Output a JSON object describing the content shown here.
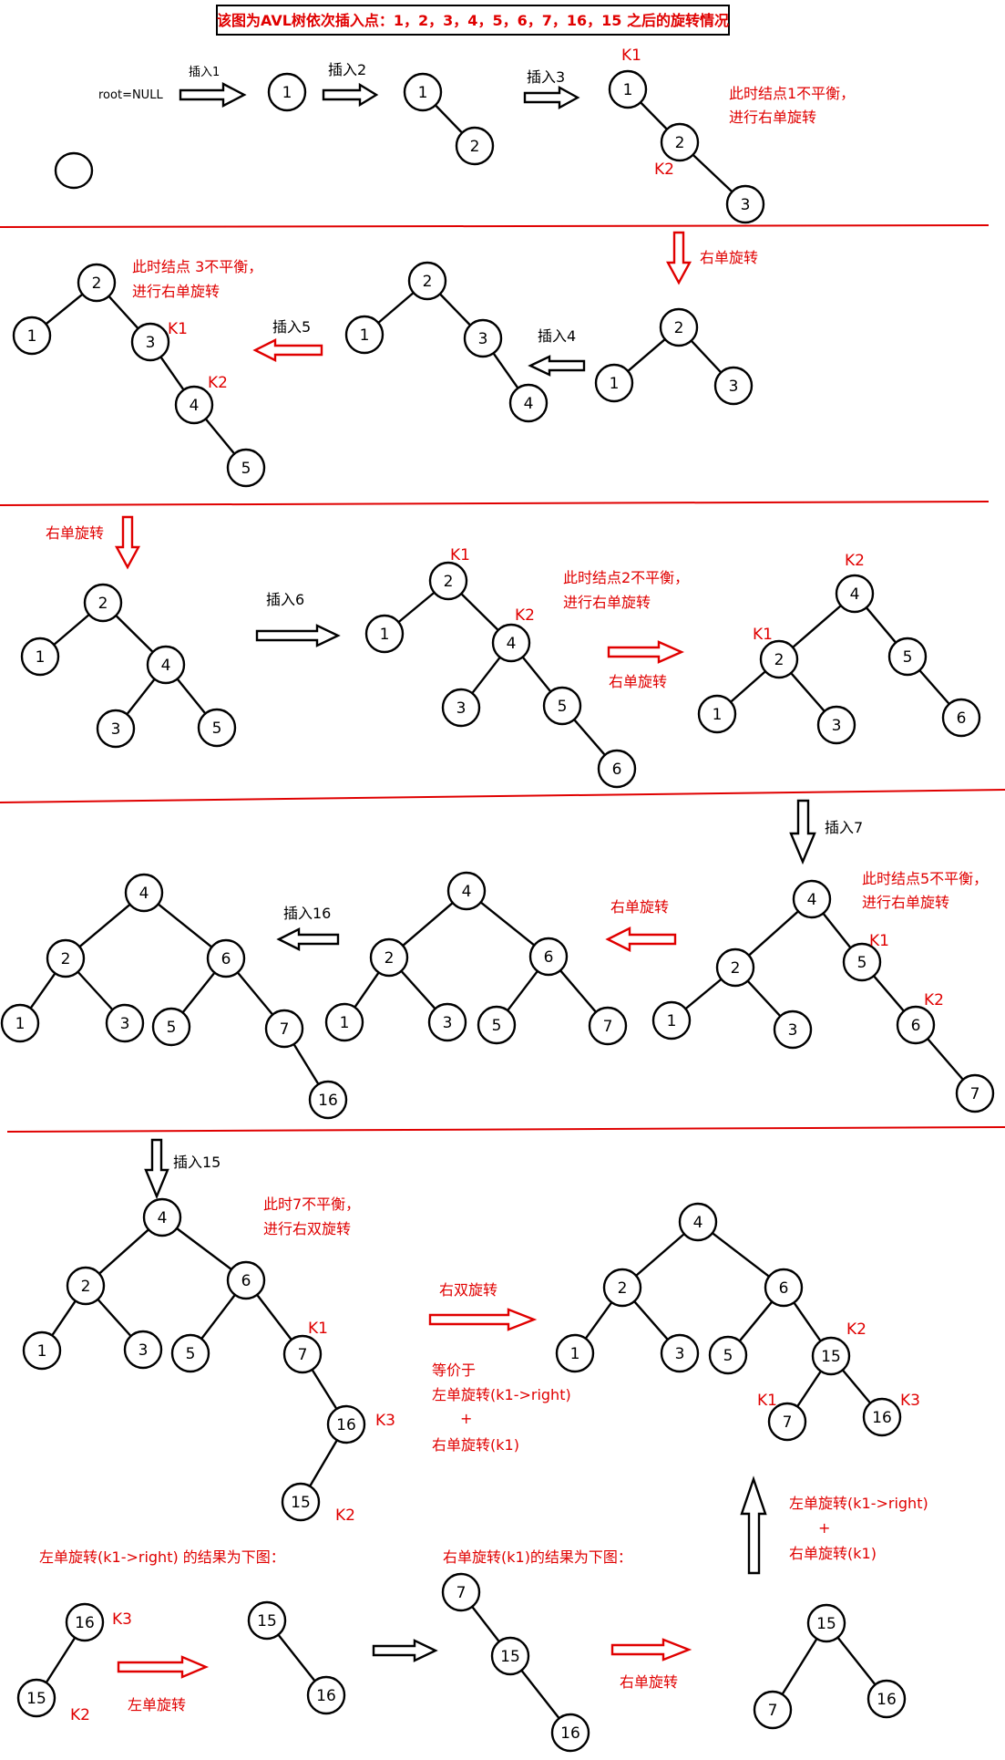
{
  "title": "该图为AVL树依次插入点：1，2，3，4，5，6，7，16，15 之后的旋转情况",
  "colors": {
    "accent": "#e00000",
    "ink": "#000000",
    "background": "#ffffff"
  },
  "labels": {
    "root_null": "root=NULL",
    "insert_1": "插入1",
    "insert_2": "插入2",
    "insert_3": "插入3",
    "insert_4": "插入4",
    "insert_5": "插入5",
    "insert_6": "插入6",
    "insert_7": "插入7",
    "insert_16": "插入16",
    "insert_15": "插入15",
    "k1": "K1",
    "k2": "K2",
    "k3": "K3",
    "right_single": "右单旋转",
    "left_single": "左单旋转",
    "right_double": "右双旋转",
    "note_1a": "此时结点1不平衡，",
    "note_1b": "进行右单旋转",
    "note_3a": "此时结点 3不平衡，",
    "note_3b": "进行右单旋转",
    "note_2a": "此时结点2不平衡，",
    "note_2b": "进行右单旋转",
    "note_5a": "此时结点5不平衡，",
    "note_5b": "进行右单旋转",
    "note_7a": "此时7不平衡，",
    "note_7b": "进行右双旋转",
    "equiv": "等价于",
    "step_a": "左单旋转(k1->right)",
    "plus": "+",
    "step_b": "右单旋转(k1)",
    "result_left": "左单旋转(k1->right) 的结果为下图：",
    "result_right": "右单旋转(k1)的结果为下图："
  },
  "trees": [
    {
      "name": "tree-after-insert-1",
      "keys": [
        "1"
      ]
    },
    {
      "name": "tree-after-insert-2",
      "keys": [
        "1",
        "2"
      ]
    },
    {
      "name": "tree-after-insert-3",
      "keys": [
        "1",
        "2",
        "3"
      ]
    },
    {
      "name": "tree-balanced-3",
      "keys": [
        "2",
        "1",
        "3"
      ]
    },
    {
      "name": "tree-after-insert-4",
      "keys": [
        "2",
        "1",
        "3",
        "4"
      ]
    },
    {
      "name": "tree-after-insert-5",
      "keys": [
        "2",
        "1",
        "3",
        "4",
        "5"
      ]
    },
    {
      "name": "tree-balanced-5",
      "keys": [
        "2",
        "1",
        "4",
        "3",
        "5"
      ]
    },
    {
      "name": "tree-after-insert-6",
      "keys": [
        "2",
        "1",
        "4",
        "3",
        "5",
        "6"
      ]
    },
    {
      "name": "tree-balanced-6",
      "keys": [
        "4",
        "2",
        "5",
        "1",
        "3",
        "6"
      ]
    },
    {
      "name": "tree-after-insert-7",
      "keys": [
        "4",
        "2",
        "5",
        "1",
        "3",
        "6",
        "7"
      ]
    },
    {
      "name": "tree-balanced-7",
      "keys": [
        "4",
        "2",
        "6",
        "1",
        "3",
        "5",
        "7"
      ]
    },
    {
      "name": "tree-after-insert-16",
      "keys": [
        "4",
        "2",
        "6",
        "1",
        "3",
        "5",
        "7",
        "16"
      ]
    },
    {
      "name": "tree-after-insert-15",
      "keys": [
        "4",
        "2",
        "6",
        "1",
        "3",
        "5",
        "7",
        "16",
        "15"
      ]
    },
    {
      "name": "tree-balanced-15",
      "keys": [
        "4",
        "2",
        "6",
        "1",
        "3",
        "5",
        "15",
        "7",
        "16"
      ]
    },
    {
      "name": "subtree-before-left-rotation",
      "keys": [
        "16",
        "15"
      ]
    },
    {
      "name": "subtree-after-left-rotation",
      "keys": [
        "15",
        "16"
      ]
    },
    {
      "name": "subtree-before-right-rotation",
      "keys": [
        "7",
        "15",
        "16"
      ]
    },
    {
      "name": "subtree-after-right-rotation",
      "keys": [
        "15",
        "7",
        "16"
      ]
    }
  ]
}
